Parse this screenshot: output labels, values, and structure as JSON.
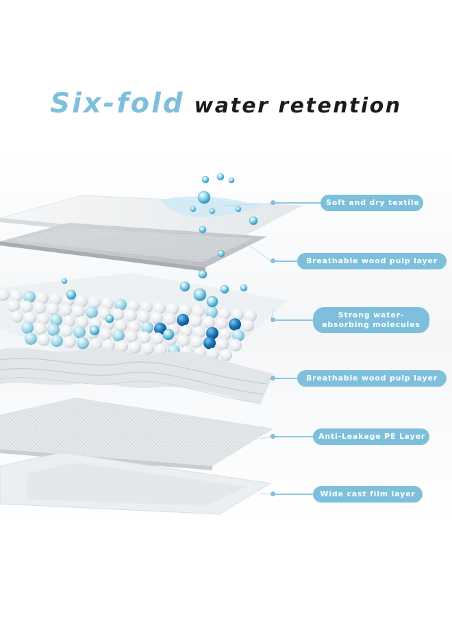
{
  "title": {
    "accent": "Six-fold",
    "rest": "water retention"
  },
  "layers": [
    {
      "label": "Soft and dry textile"
    },
    {
      "label": "Breathable wood pulp layer"
    },
    {
      "label": "Strong water-absorbing molecules"
    },
    {
      "label": "Breathable wood pulp layer"
    },
    {
      "label": "Anti-Leakage PE Layer"
    },
    {
      "label": "Wide cast film layer"
    }
  ],
  "colors": {
    "accent": "#7ec0dc",
    "title_text": "#1b1b1b",
    "background": "#ffffff"
  }
}
